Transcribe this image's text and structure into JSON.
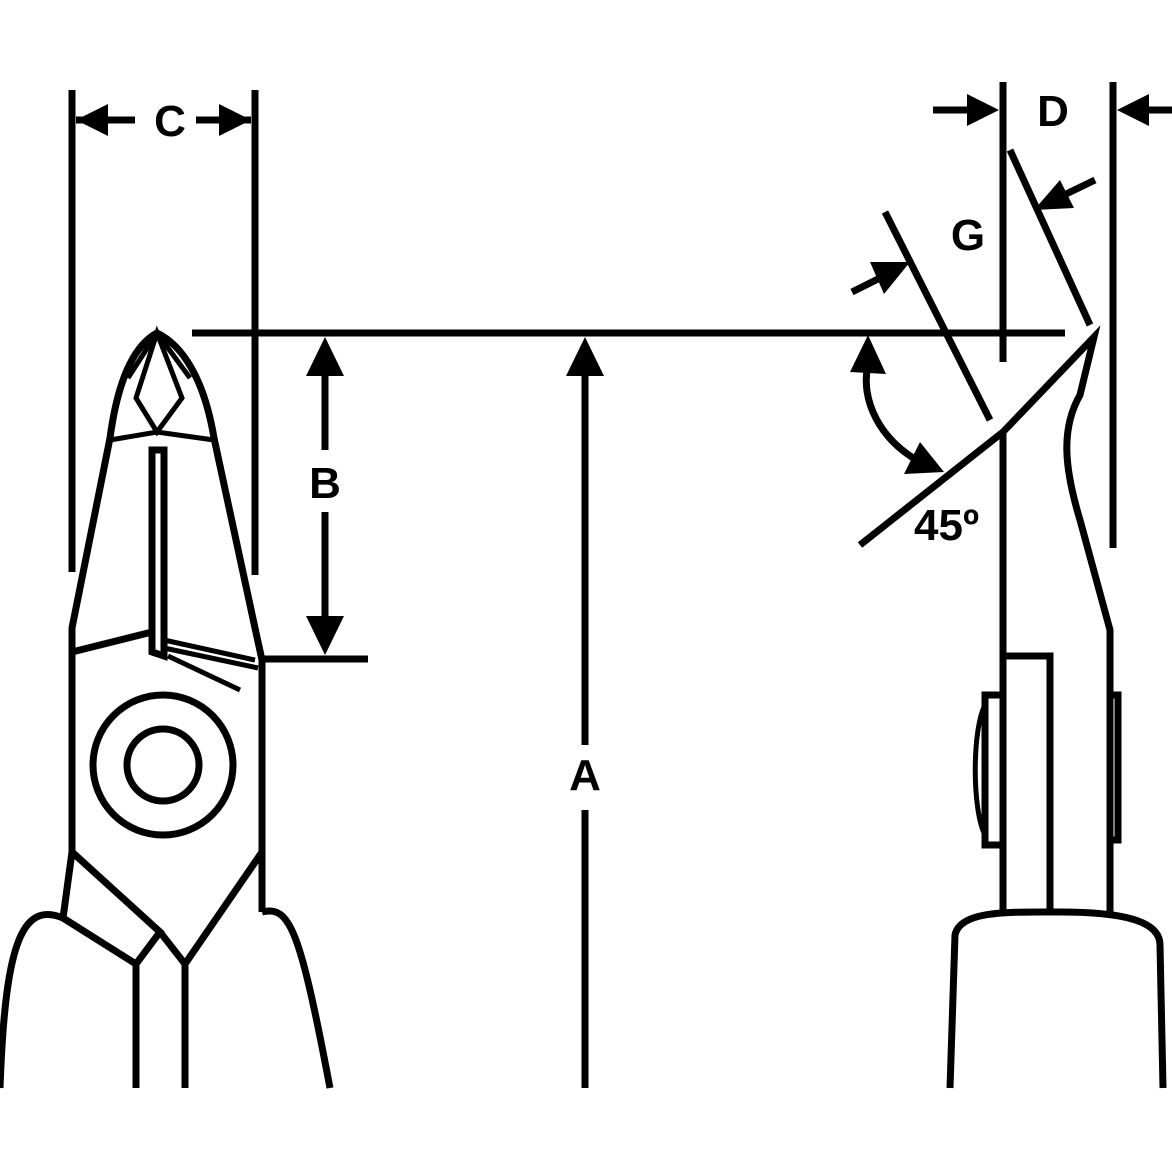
{
  "labels": {
    "a": "A",
    "b": "B",
    "c": "C",
    "d": "D",
    "g": "G",
    "angle": "45º"
  },
  "colors": {
    "line": "#000000",
    "background": "#ffffff"
  }
}
